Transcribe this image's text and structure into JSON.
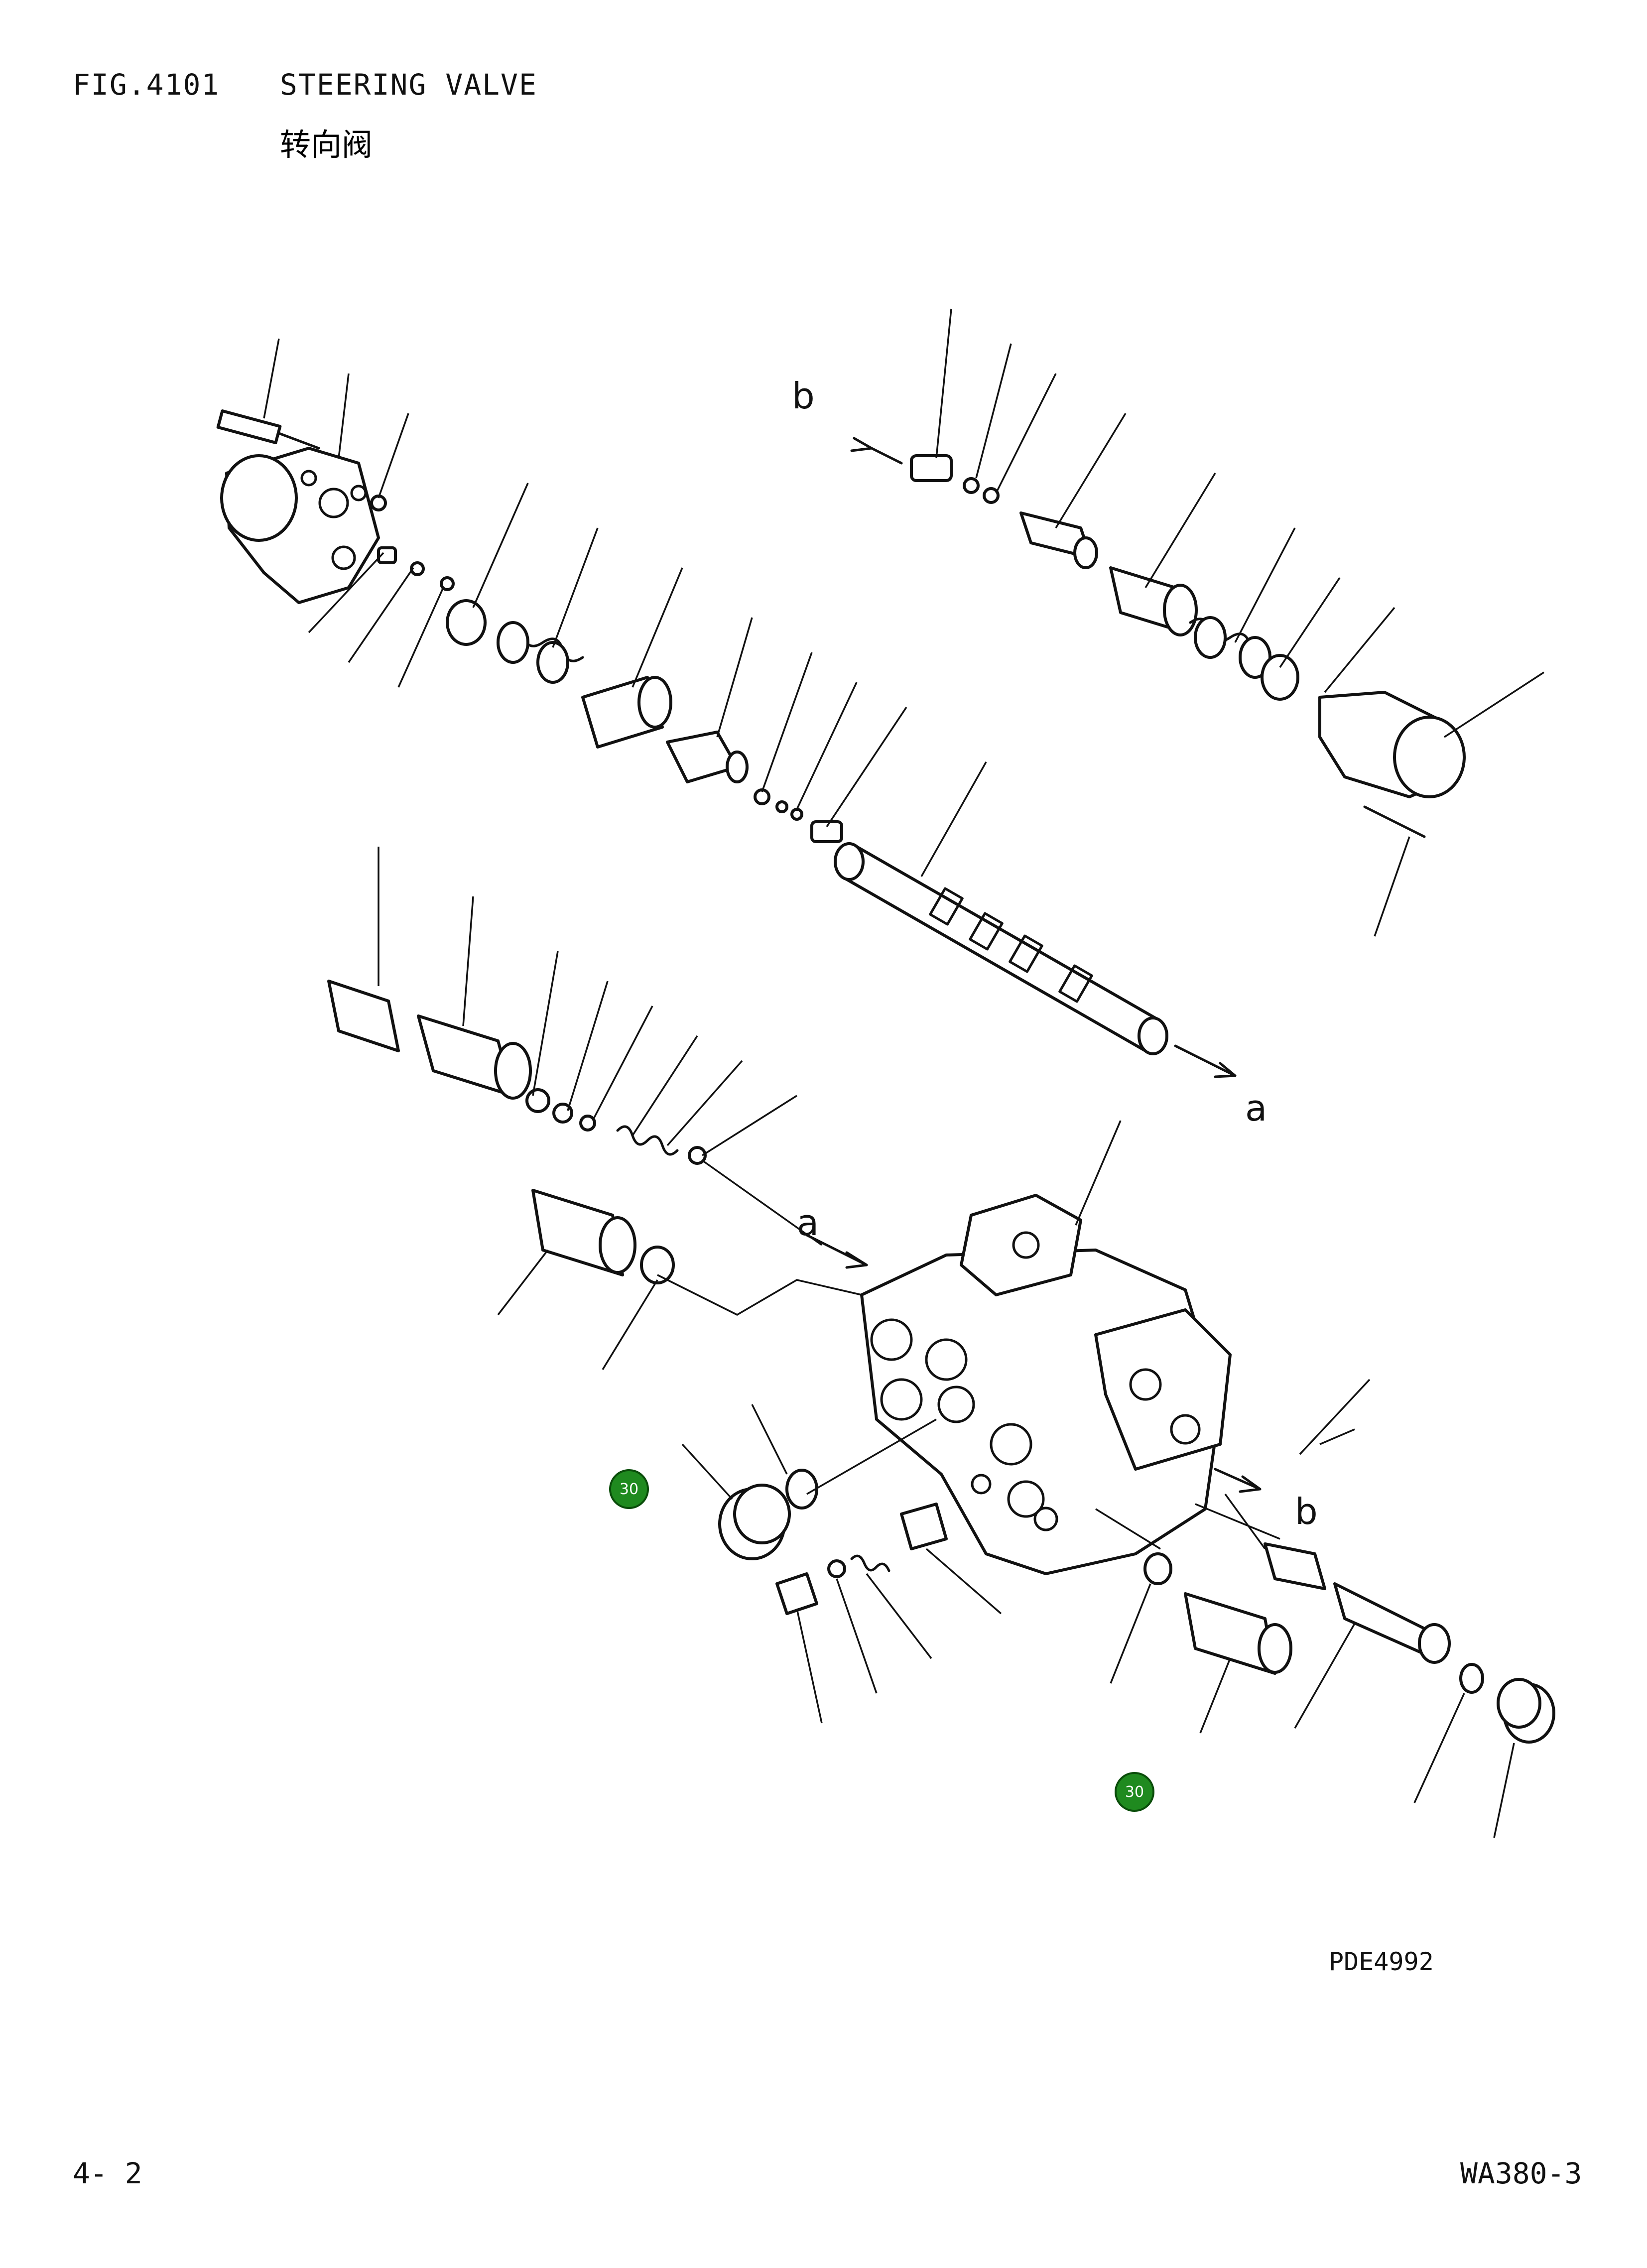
{
  "header": {
    "fig_number": "FIG.4101",
    "title": "STEERING VALVE",
    "title_cn": "转向阀"
  },
  "diagram": {
    "direction_labels": [
      "a",
      "a",
      "b",
      "b"
    ],
    "callout_badges": [
      {
        "label": "30",
        "color": "#1f8a1f"
      },
      {
        "label": "30",
        "color": "#1f8a1f"
      }
    ]
  },
  "footer": {
    "drawing_code": "PDE4992",
    "page_number": "4- 2",
    "model_code": "WA380-3"
  }
}
